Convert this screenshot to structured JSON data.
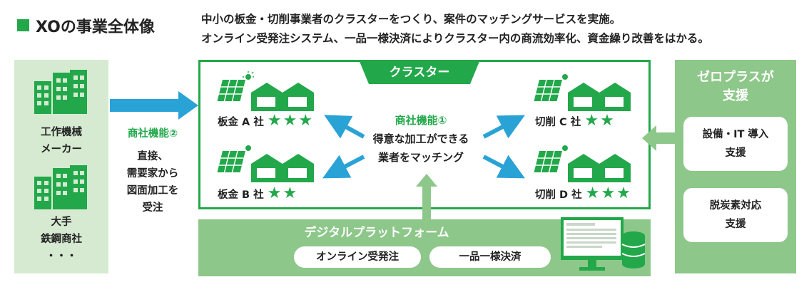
{
  "header": {
    "title": "XOの事業全体像",
    "desc_line1": "中小の板金・切削事業者のクラスターをつくり、案件のマッチングサービスを実施。",
    "desc_line2": "オンライン受発注システム、一品一様決済によりクラスター内の商流効率化、資金繰り改善をはかる。"
  },
  "left": {
    "maker_line1": "工作機械",
    "maker_line2": "メーカー",
    "trader_line1": "大手",
    "trader_line2": "鉄鋼商社",
    "ellipsis": "・・・"
  },
  "trading2": {
    "title": "商社機能②",
    "line1": "直接、",
    "line2": "需要家から",
    "line3": "図面加工を",
    "line4": "受注"
  },
  "cluster": {
    "tab": "クラスター",
    "center_title": "商社機能①",
    "center_line1": "得意な加工ができる",
    "center_line2": "業者をマッチング",
    "companies": [
      {
        "name": "板金 A 社",
        "stars": "★★★",
        "rating": 3
      },
      {
        "name": "板金 B 社",
        "stars": "★★",
        "rating": 2
      },
      {
        "name": "切削 C 社",
        "stars": "★★",
        "rating": 2
      },
      {
        "name": "切削 D 社",
        "stars": "★★★",
        "rating": 3
      }
    ]
  },
  "platform": {
    "title": "デジタルプラットフォーム",
    "pill1": "オンライン受発注",
    "pill2": "一品一様決済"
  },
  "zero": {
    "title_line1": "ゼロプラスが",
    "title_line2": "支援",
    "box1_line1": "設備・IT 導入",
    "box1_line2": "支援",
    "box2_line1": "脱炭素対応",
    "box2_line2": "支援"
  },
  "colors": {
    "brand_green": "#22a84a",
    "light_green": "#8dc78a",
    "pale_green": "#d6ead1",
    "arrow_blue": "#29a3d6"
  }
}
